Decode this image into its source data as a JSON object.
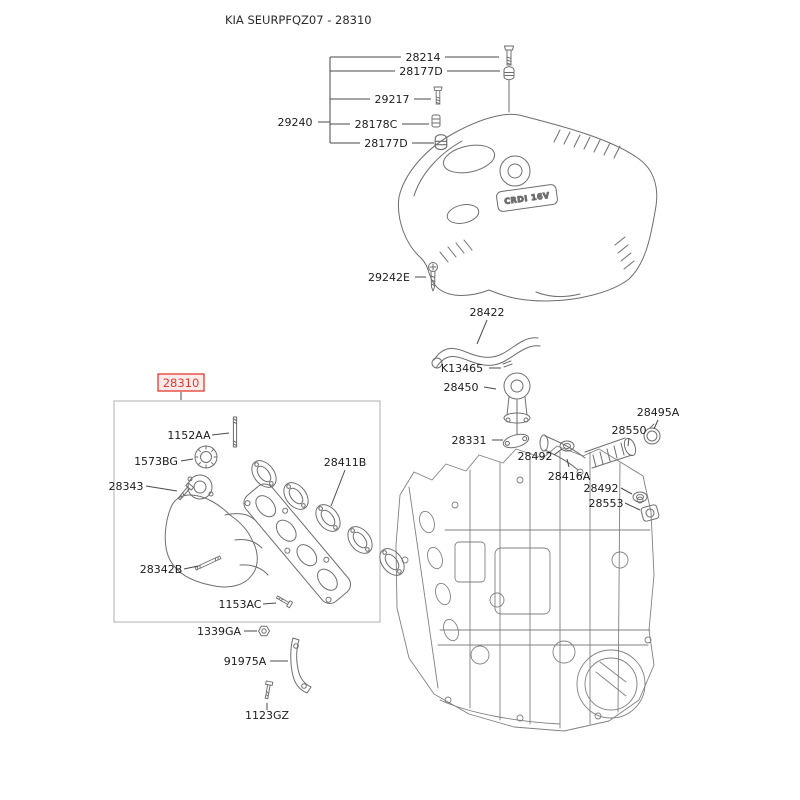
{
  "page": {
    "title": "KIA SEURPFQZ07 - 28310"
  },
  "cover_badge": "CRDI 16V",
  "colors": {
    "highlight": "#e23b2e",
    "line": "#4a4a4a",
    "art": "#6e6e6e"
  },
  "labels": {
    "top_group": {
      "assembly": "29240",
      "bolt": "28214",
      "plug1": "28177D",
      "screw": "29217",
      "clip": "28178C",
      "plug2": "28177D",
      "cover_screw": "29242E"
    },
    "egr_group": {
      "hose": "28422",
      "clamp": "K13465",
      "valve": "28450",
      "gasket1": "28331",
      "ring1": "28492",
      "pipe": "28416A",
      "clamp2": "28495A",
      "hose2": "28550",
      "ring2": "28492",
      "gasket2": "28553"
    },
    "manifold_group": {
      "manifold": "28310",
      "stud_long": "1152AA",
      "cap": "1573BG",
      "bolt_small": "28343",
      "gasket": "28411B",
      "stud_short": "28342B",
      "bolt": "1153AC",
      "nut": "1339GA",
      "bracket": "91975A",
      "bolt_bracket": "1123GZ"
    }
  }
}
